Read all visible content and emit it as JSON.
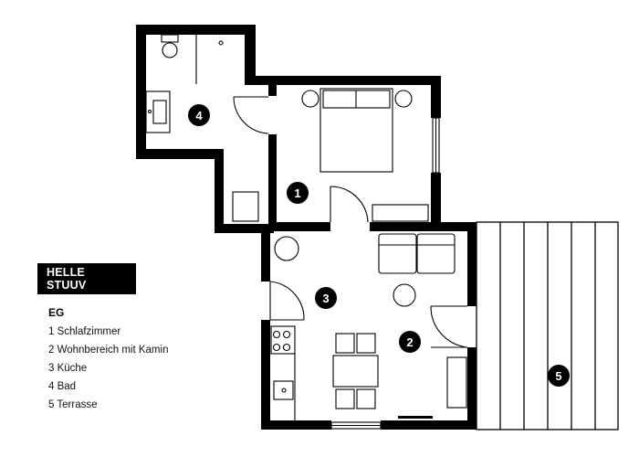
{
  "legend": {
    "title": "HELLE STUUV",
    "floor": "EG",
    "rooms": [
      "1 Schlafzimmer",
      "2 Wohnbereich mit Kamin",
      "3 Küche",
      "4 Bad",
      "5 Terrasse"
    ]
  },
  "plan": {
    "markers": [
      "1",
      "2",
      "3",
      "4",
      "5"
    ],
    "wall_color": "#000000",
    "marker_color": "#000000"
  }
}
